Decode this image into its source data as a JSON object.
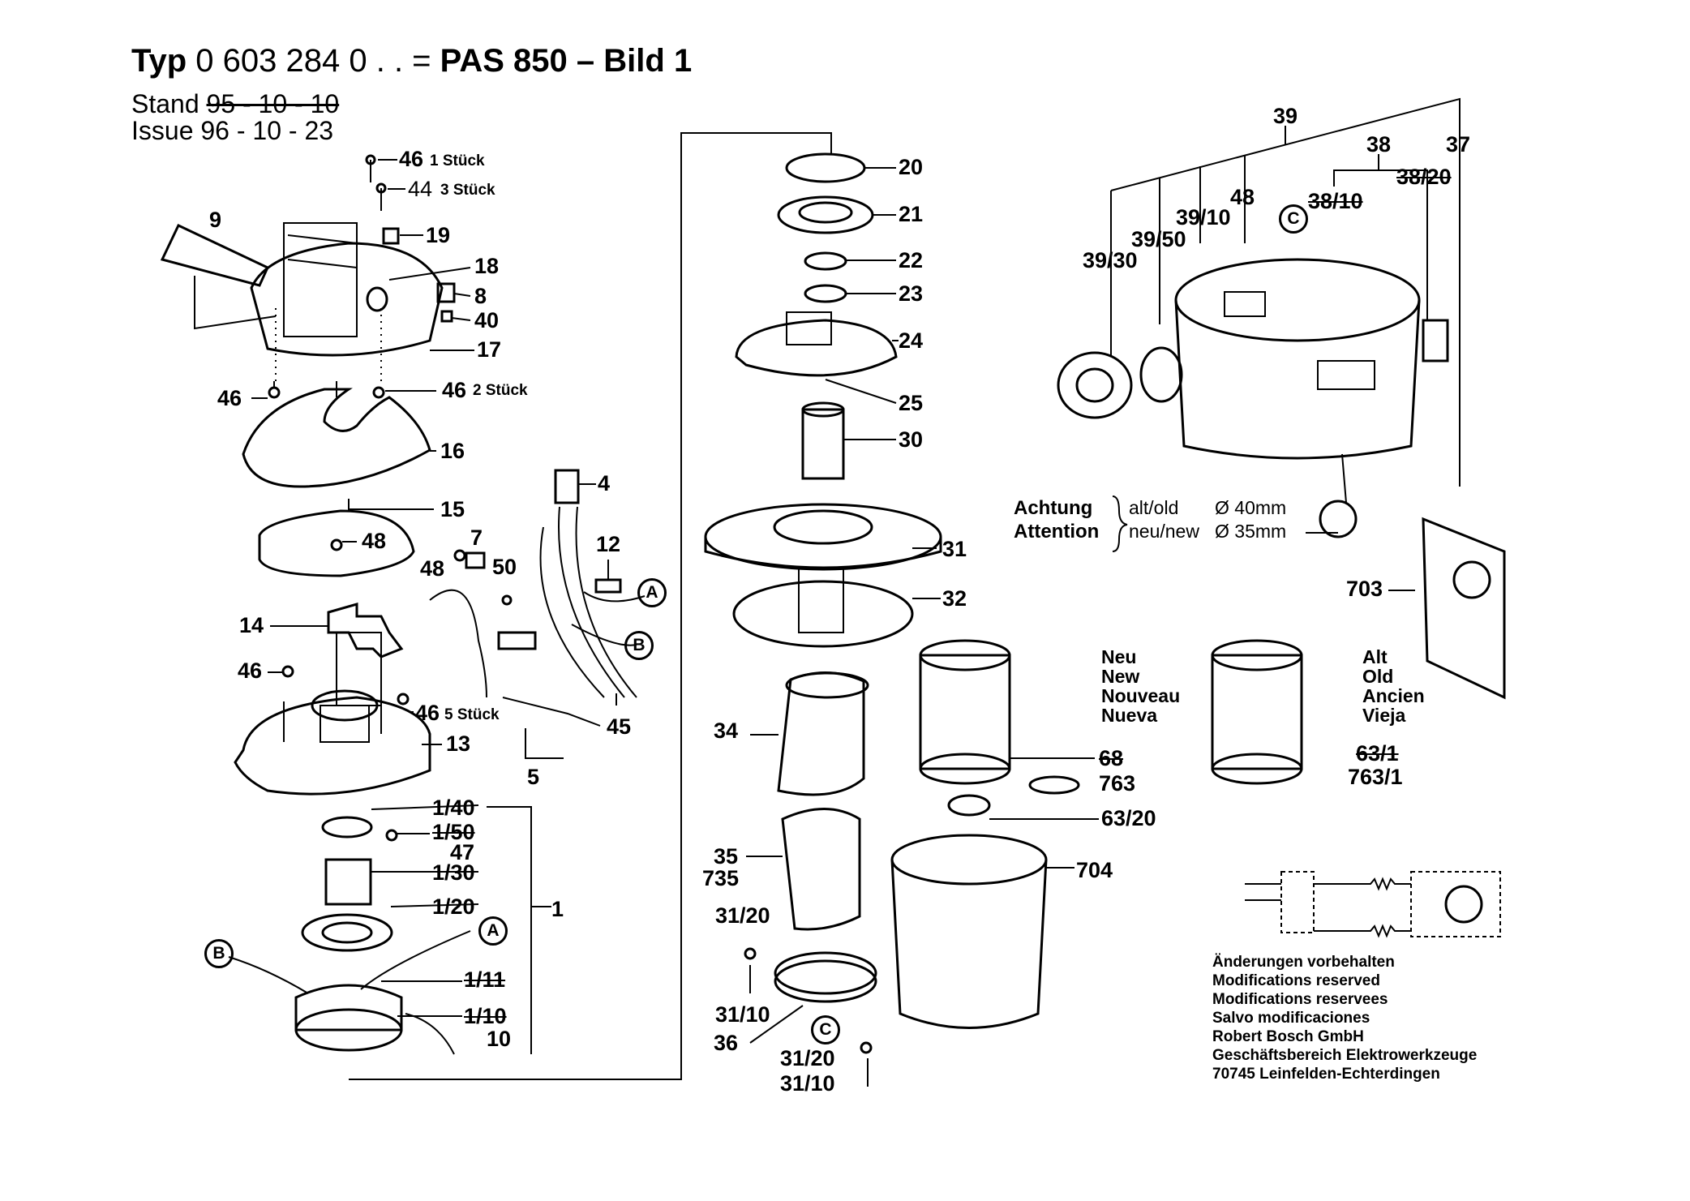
{
  "header": {
    "typ_prefix": "Typ",
    "typ_code": "0 603 284 0",
    "typ_suffix": ". . =",
    "model": "PAS 850",
    "bild": "– Bild 1",
    "stand_label": "Stand",
    "stand_value": "95 - 10 - 10",
    "issue_label": "Issue",
    "issue_value": "96 - 10 - 23"
  },
  "callouts": {
    "p46a": "46",
    "p46a_qty": "1 Stück",
    "p44": "44",
    "p44_qty": "3 Stück",
    "p9": "9",
    "p19": "19",
    "p18": "18",
    "p8": "8",
    "p40": "40",
    "p17": "17",
    "p46b": "46",
    "p46c": "46",
    "p46c_qty": "2 Stück",
    "p16": "16",
    "p15": "15",
    "p48a": "48",
    "p14": "14",
    "p46d": "46",
    "p46e": "46",
    "p46e_qty": "5 Stück",
    "p13": "13",
    "p4": "4",
    "p12": "12",
    "p7": "7",
    "p48b": "48",
    "p50": "50",
    "p45": "45",
    "p5": "5",
    "p1_40": "1/40",
    "p1_50": "1/50",
    "p47": "47",
    "p1_30": "1/30",
    "p1_20": "1/20",
    "p1": "1",
    "p1_11": "1/11",
    "p1_10": "1/10",
    "p10": "10",
    "p20": "20",
    "p21": "21",
    "p22": "22",
    "p23": "23",
    "p24": "24",
    "p25": "25",
    "p30": "30",
    "p31": "31",
    "p32": "32",
    "p34": "34",
    "p35": "35",
    "p735": "735",
    "p31_20a": "31/20",
    "p31_10a": "31/10",
    "p36": "36",
    "p31_20b": "31/20",
    "p31_10b": "31/10",
    "p704": "704",
    "p68": "68",
    "p763": "763",
    "p63_20": "63/20",
    "p63_1": "63/1",
    "p763_1": "763/1",
    "p703": "703",
    "p39": "39",
    "p38": "38",
    "p37": "37",
    "p48c": "48",
    "p38_10": "38/10",
    "p38_20": "38/20",
    "p39_10": "39/10",
    "p39_50": "39/50",
    "p39_30": "39/30"
  },
  "markers": {
    "a": "A",
    "b": "B",
    "c": "C"
  },
  "filters": {
    "new_labels": [
      "Neu",
      "New",
      "Nouveau",
      "Nueva"
    ],
    "old_labels": [
      "Alt",
      "Old",
      "Ancien",
      "Vieja"
    ]
  },
  "attention": {
    "word1": "Achtung",
    "word2": "Attention",
    "old_text": "alt/old",
    "old_dia": "Ø 40mm",
    "new_text": "neu/new",
    "new_dia": "Ø 35mm"
  },
  "notes": [
    "Änderungen vorbehalten",
    "Modifications reserved",
    "Modifications reservees",
    "Salvo modificaciones",
    "Robert Bosch GmbH",
    "Geschäftsbereich Elektrowerkzeuge",
    "70745 Leinfelden-Echterdingen"
  ]
}
